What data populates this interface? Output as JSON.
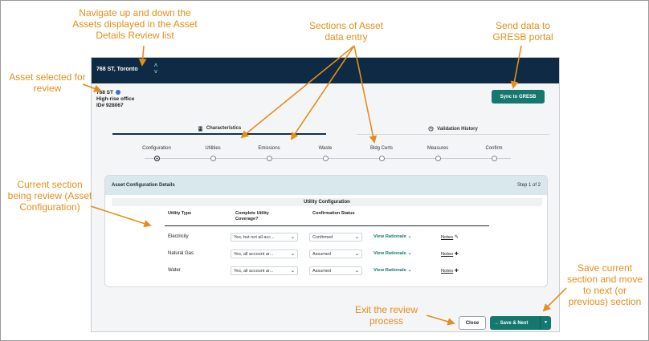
{
  "topbar": {
    "title": "768 ST, Toronto"
  },
  "asset": {
    "name": "768 ST",
    "type": "High-rise office",
    "id": "ID# 928067"
  },
  "sync_button": "Sync to GRESB",
  "tabs": [
    {
      "label": "Characteristics",
      "icon": "building-icon"
    },
    {
      "label": "Validation History",
      "icon": "history-icon"
    }
  ],
  "steps": [
    "Configuration",
    "Utilities",
    "Emissions",
    "Waste",
    "Bldg Certs",
    "Measures",
    "Confirm"
  ],
  "active_step": "Configuration",
  "card": {
    "title": "Asset Configuration Details",
    "step": "Step 1 of 2",
    "section_title": "Utility Configuration",
    "headers": [
      "Utility Type",
      "Complete Utility Coverage?",
      "Confirmation Status"
    ],
    "rows": [
      {
        "type": "Electricity",
        "coverage": "Yes, but not all acc...",
        "status": "Confirmed",
        "rationale": "View Rationale",
        "notes": "Notes",
        "notes_icon": "pencil-icon"
      },
      {
        "type": "Natural Gas",
        "coverage": "Yes, all account ar...",
        "status": "Assumed",
        "rationale": "View Rationale",
        "notes": "Notes",
        "notes_icon": "plus-icon"
      },
      {
        "type": "Water",
        "coverage": "Yes, all account ar...",
        "status": "Assumed",
        "rationale": "View Rationale",
        "notes": "Notes",
        "notes_icon": "plus-icon"
      }
    ]
  },
  "buttons": {
    "close": "Close",
    "save_next": "Save & Next"
  },
  "annotations": {
    "navigate": "Navigate up and down the Assets displayed in the Asset Details Review list",
    "sections": "Sections of Asset data entry",
    "send": "Send data to GRESB portal",
    "asset_selected": "Asset selected for review",
    "current_section": "Current section being review (Asset Configuration)",
    "exit": "Exit the review process",
    "save_current": "Save current section and move to next (or previous) section"
  },
  "colors": {
    "accent": "#14786f",
    "topbar": "#0f2a44",
    "annotation": "#e58e1a"
  }
}
